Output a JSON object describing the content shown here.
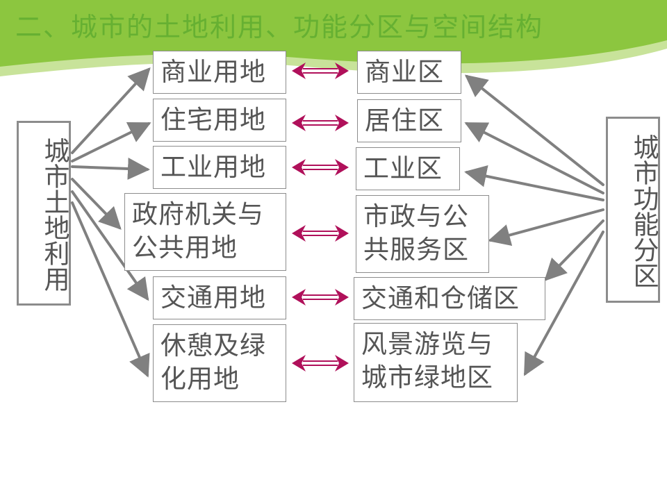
{
  "title": "二、城市的土地利用、功能分区与空间结构",
  "left_label": "城市土地利用",
  "right_label": "城市功能分区",
  "rows": [
    {
      "land_use": "商业用地",
      "zone": "商业区"
    },
    {
      "land_use": "住宅用地",
      "zone": "居住区"
    },
    {
      "land_use": "工业用地",
      "zone": "工业区"
    },
    {
      "land_use": "政府机关与公共用地",
      "zone": "市政与公共服务区"
    },
    {
      "land_use": "交通用地",
      "zone": "交通和仓储区"
    },
    {
      "land_use": "休憩及绿化用地",
      "zone": "风景游览与城市绿地区"
    }
  ],
  "colors": {
    "banner": "#8cc63f",
    "banner_light": "#c8e39a",
    "title": "#66b032",
    "text": "#555555",
    "border": "#8c8c8c",
    "arrow": "#808080",
    "link_arrow": "#b0105a"
  }
}
